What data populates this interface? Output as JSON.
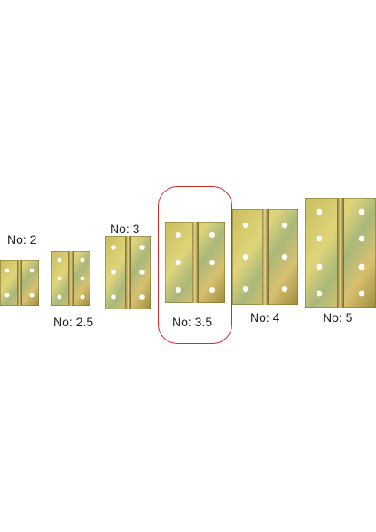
{
  "hinges": [
    {
      "label": "No: 2"
    },
    {
      "label": "No: 2.5"
    },
    {
      "label": "No: 3"
    },
    {
      "label": "No: 3.5",
      "highlighted": true
    },
    {
      "label": "No: 4"
    },
    {
      "label": "No: 5"
    }
  ],
  "colors": {
    "highlight": "#d72a2a",
    "plate_light": "#d6c866",
    "plate_dark": "#9a8a3a"
  }
}
